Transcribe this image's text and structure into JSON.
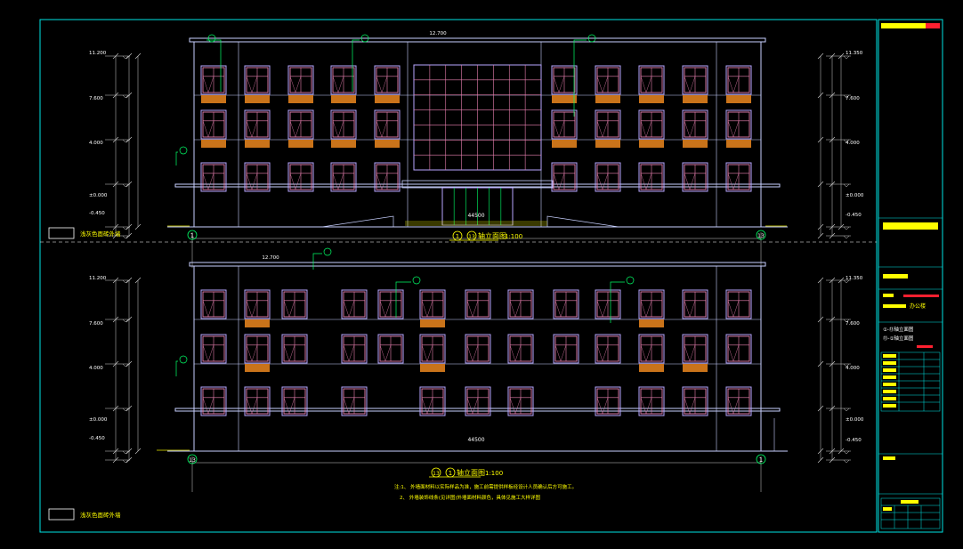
{
  "colors": {
    "background": "#000000",
    "frame": "#00e5e5",
    "wall": "#c8d0ff",
    "window_frame": "#e87fb0",
    "window_outline": "#b9a6ff",
    "panel_orange": "#c9731a",
    "text_yellow": "#e8e800",
    "text_green": "#00ff66",
    "dim": "#cfcfcf",
    "red": "#ff2030"
  },
  "front_elevation": {
    "title_number_left": "1",
    "title_number_right": "13",
    "title_text": "轴立面图",
    "scale": "1:100",
    "axis_left": "1",
    "axis_right": "13",
    "overall_width": "44500",
    "roof_dim": "12.700",
    "levels_left": [
      "11.200",
      "7.600",
      "4.000",
      "±0.000",
      "-0.450"
    ],
    "levels_right": [
      "11.350",
      "7.600",
      "4.000",
      "±0.000",
      "-0.450"
    ],
    "legend_text": "浅灰色面砖外墙"
  },
  "rear_elevation": {
    "title_number_left": "13",
    "title_number_right": "1",
    "title_text": "轴立面图",
    "scale": "1:100",
    "axis_left": "13",
    "axis_right": "1",
    "overall_width": "44500",
    "roof_dim": "12.700",
    "levels_left": [
      "11.200",
      "7.600",
      "4.000",
      "±0.000",
      "-0.450"
    ],
    "levels_right": [
      "11.350",
      "7.600",
      "4.000",
      "±0.000",
      "-0.450"
    ],
    "legend_text": "浅灰色面砖外墙"
  },
  "notes": [
    "注:1、 外墙面材料以实际样品为准，施工前需提供样板经设计人员确认后方可施工。",
    "2、 外墙装饰线条(见详图)外墙面材料颜色，具体见施工大样详图"
  ],
  "title_block": {
    "project_text": "办公楼",
    "drawing_items": [
      "①-⑬轴立面图",
      "⑬-①轴立面图"
    ]
  }
}
